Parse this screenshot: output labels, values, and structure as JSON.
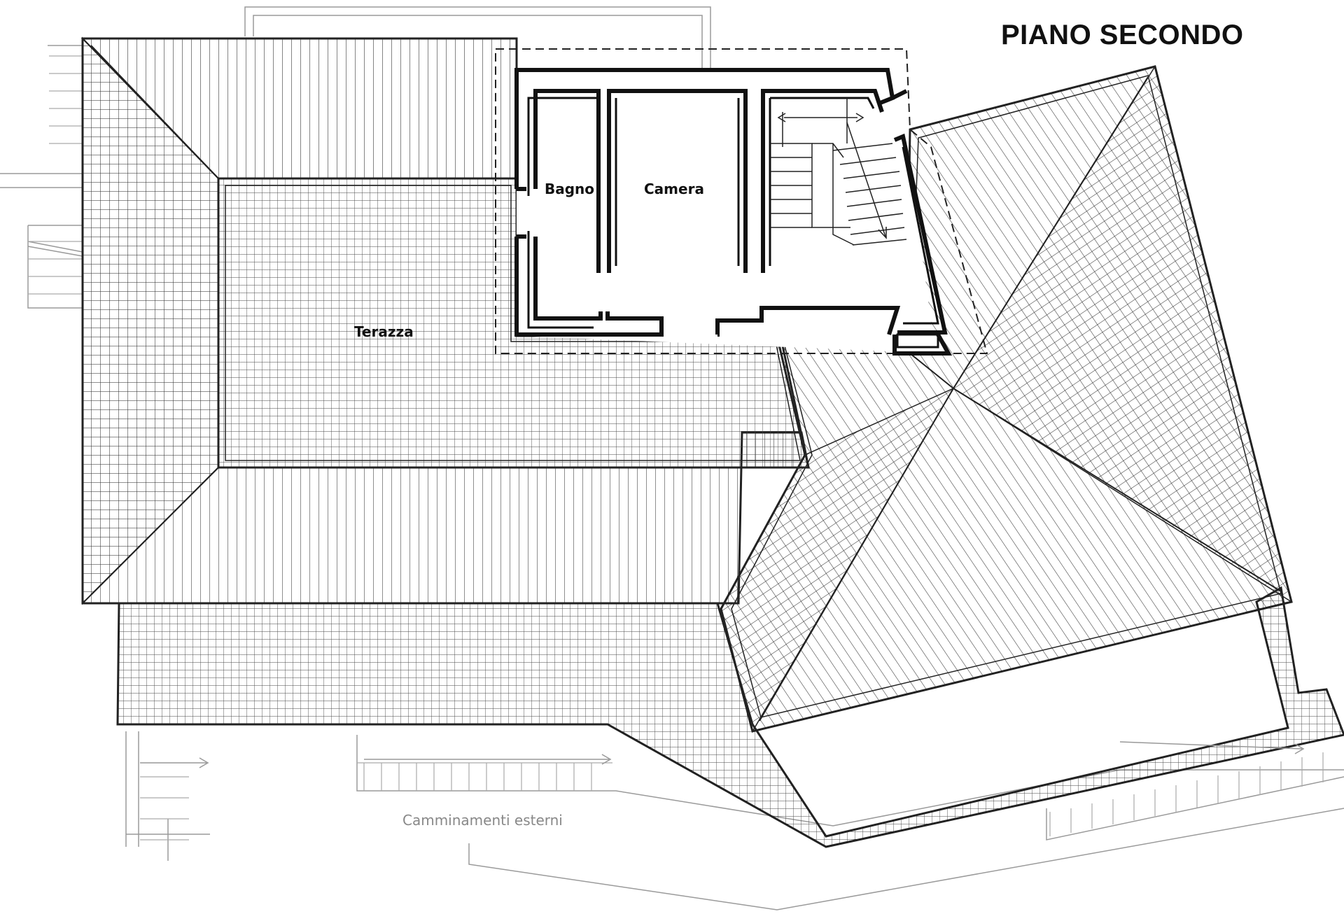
{
  "plan": {
    "title": "PIANO SECONDO",
    "rooms": {
      "bagno": "Bagno",
      "camera": "Camera",
      "terazza": "Terazza"
    },
    "exterior_label": "Camminamenti esterni"
  },
  "colors": {
    "wall": "#111111",
    "hatch": "#333333",
    "faint": "#9a9a9a",
    "background": "#ffffff"
  }
}
